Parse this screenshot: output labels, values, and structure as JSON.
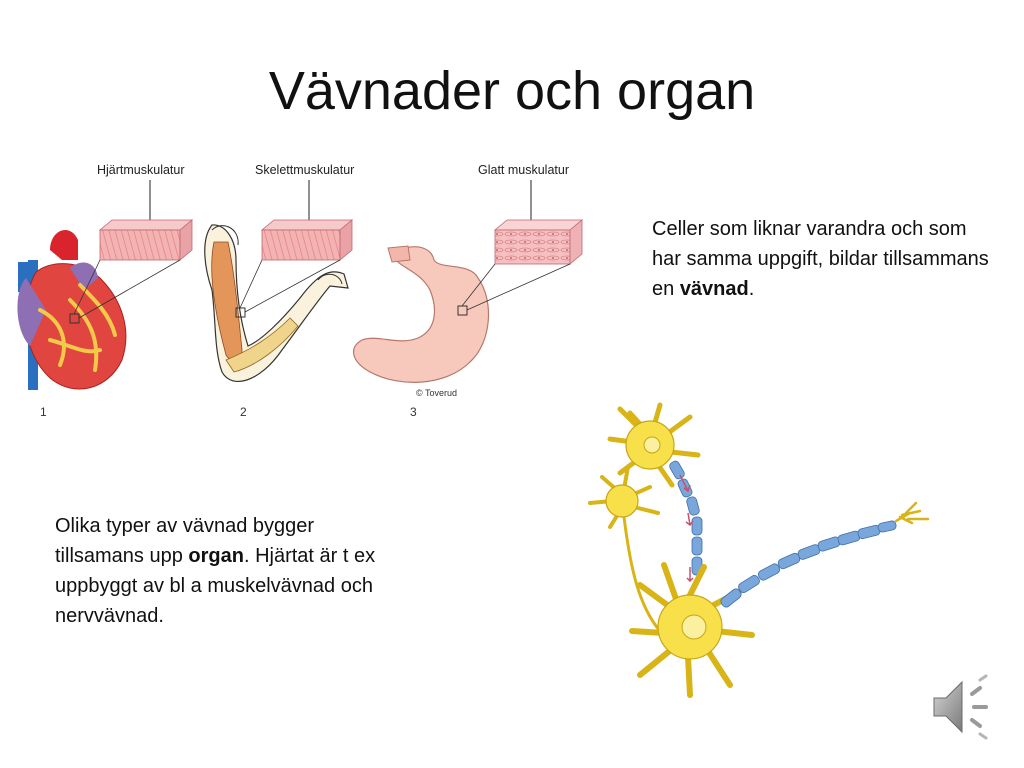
{
  "slide": {
    "title": "Vävnader och organ"
  },
  "figure_tissues": {
    "labels": [
      "Hjärtmuskulatur",
      "Skelettmuskulatur",
      "Glatt muskulatur"
    ],
    "numbers": [
      "1",
      "2",
      "3"
    ],
    "credit": "© Toverud"
  },
  "text_right": {
    "before": "Celler som liknar varandra och som har samma uppgift, bildar tillsammans en ",
    "bold": "vävnad",
    "after": "."
  },
  "text_left": {
    "before": "Olika typer av vävnad bygger tillsamans upp ",
    "bold": "organ",
    "after": ". Hjärtat är t ex uppbyggt av bl a muskelvävnad och nervvävnad."
  },
  "colors": {
    "heart_red": "#d9232d",
    "heart_purple": "#8e6fb3",
    "vessel_blue": "#2a6fc0",
    "muscle_pink": "#f2a9a9",
    "fat_yellow": "#f3c94a",
    "stomach_pink": "#f7c9bd",
    "neuron_yellow": "#f7e04a",
    "myelin_blue": "#7aa7db"
  },
  "icons": {
    "audio": "speaker-icon"
  }
}
